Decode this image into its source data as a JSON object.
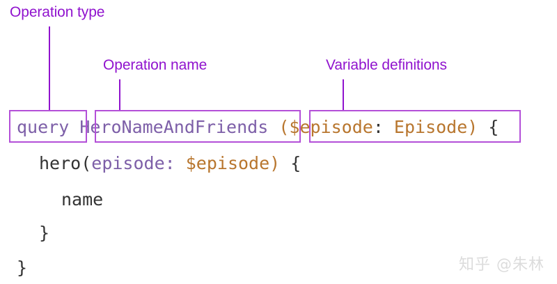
{
  "colors": {
    "label_purple": "#9013ce",
    "box_border": "#b34fd8",
    "connector": "#9013ce",
    "code_plain": "#333333",
    "code_identifier": "#7d5fa8",
    "code_variable": "#b8762e",
    "background": "#ffffff",
    "watermark": "#dcdcdc"
  },
  "annotations": [
    {
      "id": "operation-type",
      "label": "Operation type"
    },
    {
      "id": "operation-name",
      "label": "Operation name"
    },
    {
      "id": "variable-definitions",
      "label": "Variable definitions"
    }
  ],
  "highlight_boxes": [
    {
      "id": "operation-type",
      "content": "query"
    },
    {
      "id": "operation-name",
      "content": "HeroNameAndFriends"
    },
    {
      "id": "variable-definitions",
      "content": "($episode: Episode)"
    }
  ],
  "code": {
    "language": "graphql",
    "full_text": "query HeroNameAndFriends ($episode: Episode) {\n  hero(episode: $episode) {\n    name\n  }\n}",
    "lines": [
      {
        "id": "line-1",
        "tokens": [
          {
            "text": "query",
            "kind": "identifier"
          },
          {
            "text": " ",
            "kind": "plain"
          },
          {
            "text": "HeroNameAndFriends",
            "kind": "identifier"
          },
          {
            "text": " ",
            "kind": "plain"
          },
          {
            "text": "(",
            "kind": "variable"
          },
          {
            "text": "$episode",
            "kind": "variable"
          },
          {
            "text": ": ",
            "kind": "plain"
          },
          {
            "text": "Episode",
            "kind": "variable"
          },
          {
            "text": ")",
            "kind": "variable"
          },
          {
            "text": " {",
            "kind": "plain"
          }
        ]
      },
      {
        "id": "line-2",
        "tokens": [
          {
            "text": "hero(",
            "kind": "plain"
          },
          {
            "text": "episode:",
            "kind": "identifier"
          },
          {
            "text": " ",
            "kind": "plain"
          },
          {
            "text": "$episode",
            "kind": "variable"
          },
          {
            "text": ")",
            "kind": "variable"
          },
          {
            "text": " {",
            "kind": "plain"
          }
        ]
      },
      {
        "id": "line-3",
        "tokens": [
          {
            "text": "name",
            "kind": "plain"
          }
        ]
      },
      {
        "id": "line-4",
        "tokens": [
          {
            "text": "}",
            "kind": "plain"
          }
        ]
      },
      {
        "id": "line-5",
        "tokens": [
          {
            "text": "}",
            "kind": "plain"
          }
        ]
      }
    ]
  },
  "watermark": {
    "text": "知乎 @朱林"
  }
}
